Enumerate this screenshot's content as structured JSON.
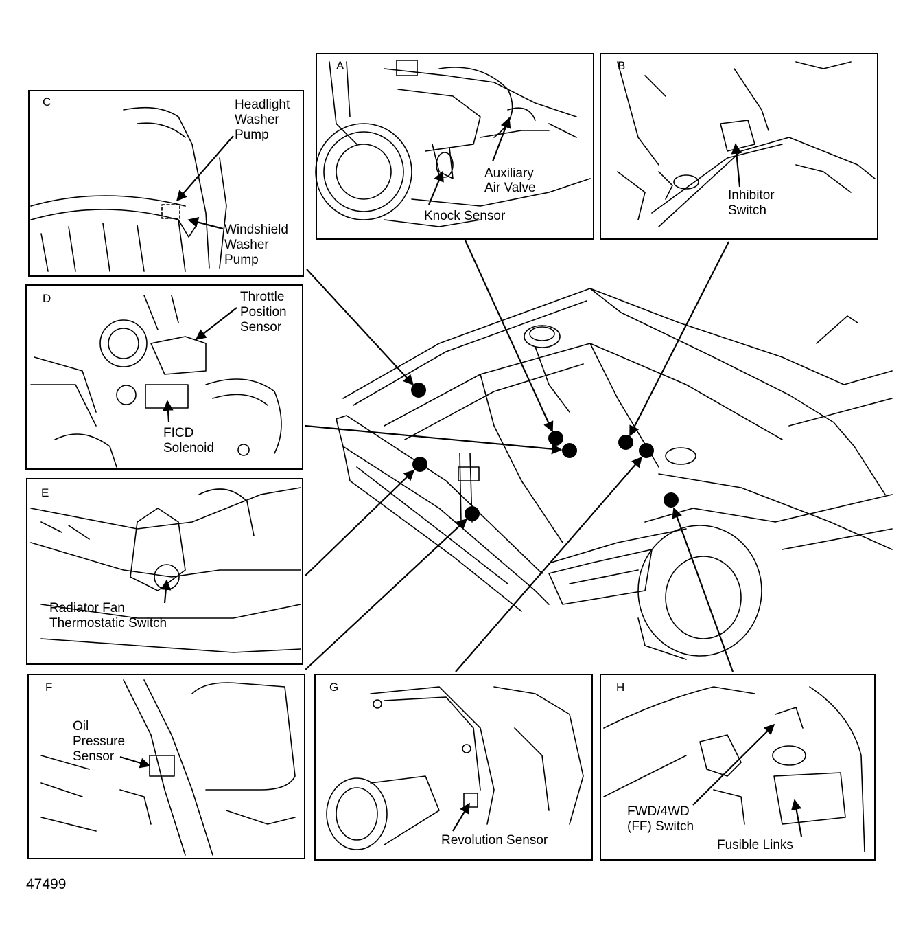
{
  "figure_id": "47499",
  "panels": [
    {
      "letter": "A",
      "labels": [
        "Auxiliary",
        "Air Valve",
        "Knock Sensor"
      ]
    },
    {
      "letter": "B",
      "labels": [
        "Inhibitor",
        "Switch"
      ]
    },
    {
      "letter": "C",
      "labels": [
        "Headlight",
        "Washer",
        "Pump",
        "Windshield",
        "Washer",
        "Pump"
      ]
    },
    {
      "letter": "D",
      "labels": [
        "Throttle",
        "Position",
        "Sensor",
        "FICD",
        "Solenoid"
      ]
    },
    {
      "letter": "E",
      "labels": [
        "Radiator Fan",
        "Thermostatic Switch"
      ]
    },
    {
      "letter": "F",
      "labels": [
        "Oil",
        "Pressure",
        "Sensor"
      ]
    },
    {
      "letter": "G",
      "labels": [
        "Revolution Sensor"
      ]
    },
    {
      "letter": "H",
      "labels": [
        "FWD/4WD",
        "(FF) Switch",
        "Fusible Links"
      ]
    }
  ]
}
